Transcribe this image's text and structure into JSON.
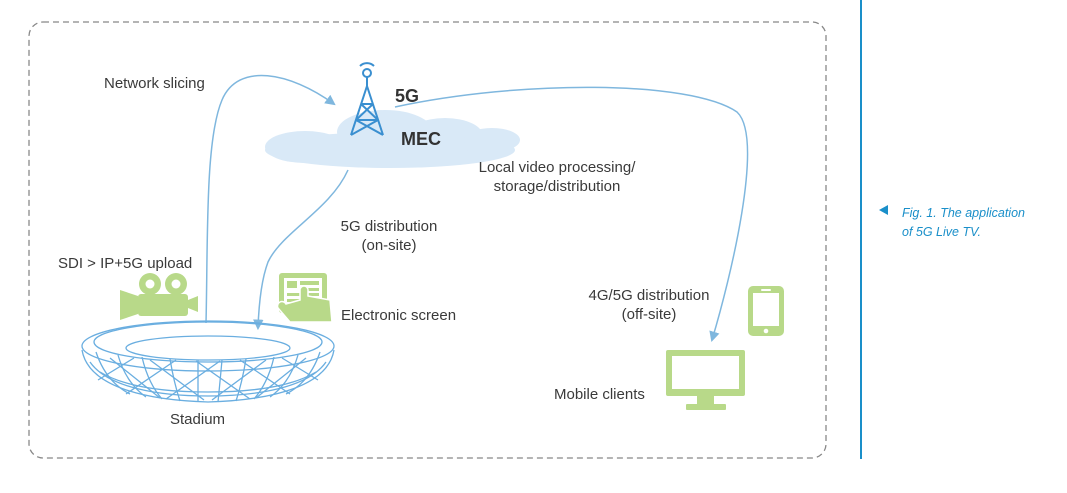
{
  "diagram": {
    "nodes": {
      "tower": "5G",
      "mec": "MEC",
      "stadium": "Stadium",
      "electronic_screen": "Electronic screen",
      "mobile_clients": "Mobile clients"
    },
    "edges": {
      "network_slicing": "Network slicing",
      "upload": "SDI > IP+5G upload",
      "local_processing_line1": "Local video processing/",
      "local_processing_line2": "storage/distribution",
      "onsite_line1": "5G distribution",
      "onsite_line2": "(on-site)",
      "offsite_line1": "4G/5G distribution",
      "offsite_line2": "(off-site)"
    },
    "icons": [
      "camera-icon",
      "touch-screen-icon",
      "phone-icon",
      "monitor-icon",
      "tower-icon",
      "cloud-icon",
      "stadium-icon"
    ],
    "colors": {
      "arrow": "#7fb7de",
      "cloud": "#d9e9f7",
      "icon_green": "#b8d989",
      "stadium": "#6aaee0",
      "frame": "#888888",
      "accent": "#1a8fc9"
    }
  },
  "caption": {
    "line1": "Fig. 1. The application",
    "line2": "of 5G Live TV."
  }
}
